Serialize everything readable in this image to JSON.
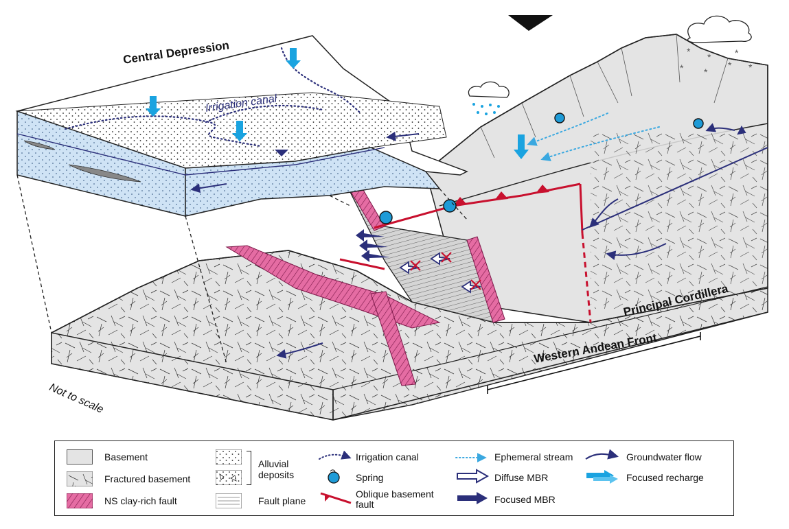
{
  "labels": {
    "central_depression": "Central Depression",
    "irrigation_canal": "Irrigation canal",
    "principal_cordillera": "Principal Cordillera",
    "western_andean_front": "Western Andean Front",
    "not_to_scale": "Not to scale"
  },
  "legend": {
    "basement": "Basement",
    "fractured_basement": "Fractured basement",
    "ns_clay_fault": "NS clay-rich fault",
    "alluvial_deposits_1": "Alluvial",
    "alluvial_deposits_2": "deposits",
    "fault_plane": "Fault plane",
    "irrigation_canal": "Irrigation canal",
    "spring": "Spring",
    "oblique_fault_1": "Oblique basement",
    "oblique_fault_2": "fault",
    "ephemeral_stream": "Ephemeral stream",
    "diffuse_mbr": "Diffuse MBR",
    "focused_mbr": "Focused MBR",
    "groundwater_flow": "Groundwater flow",
    "focused_recharge": "Focused recharge"
  },
  "colors": {
    "basement": "#e4e4e4",
    "alluvial_water": "#cfe3f5",
    "clay_fault": "#e56ca3",
    "fault_red": "#c8102e",
    "canal_navy": "#2b2f7a",
    "recharge_blue": "#1aa3e0",
    "stream_blue": "#3aa8e0",
    "spring_fill": "#1e9bd7"
  }
}
